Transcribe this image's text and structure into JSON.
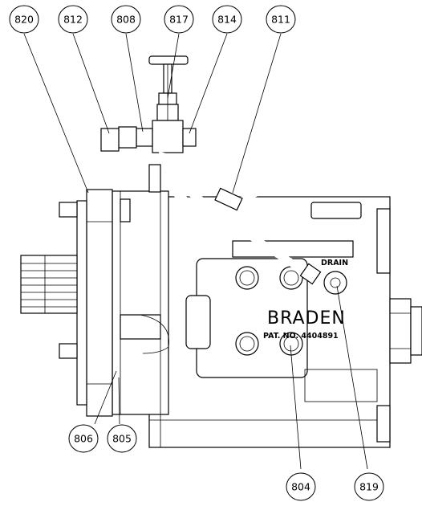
{
  "housing_labels": {
    "brand": "BRADEN",
    "patent": "PAT. NO. 4404891",
    "drain": "DRAIN"
  },
  "callouts": [
    {
      "id": "c820",
      "label": "820"
    },
    {
      "id": "c812",
      "label": "812"
    },
    {
      "id": "c808",
      "label": "808"
    },
    {
      "id": "c817",
      "label": "817"
    },
    {
      "id": "c814",
      "label": "814"
    },
    {
      "id": "c811",
      "label": "811"
    },
    {
      "id": "c806",
      "label": "806"
    },
    {
      "id": "c805",
      "label": "805"
    },
    {
      "id": "c804",
      "label": "804"
    },
    {
      "id": "c819",
      "label": "819"
    }
  ]
}
